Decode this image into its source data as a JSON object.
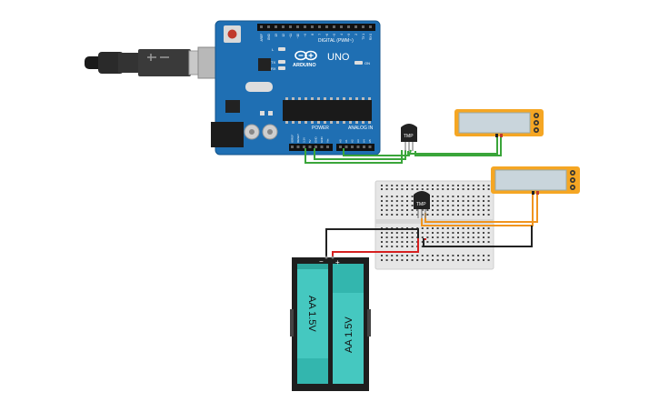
{
  "arduino": {
    "logo": "ARDUINO",
    "model": "UNO",
    "digital_label": "DIGITAL (PWM~)",
    "power_label": "POWER",
    "analog_label": "ANALOG IN",
    "led_l": "L",
    "led_tx": "TX",
    "led_rx": "RX",
    "led_on": "ON",
    "ioref": "IOREF",
    "pins_power": [
      "IOREF",
      "RESET",
      "3.3V",
      "5V",
      "GND",
      "GND",
      "Vin"
    ],
    "pins_analog": [
      "A0",
      "A1",
      "A2",
      "A3",
      "A4",
      "A5"
    ],
    "pins_digital": [
      "AREF",
      "GND",
      "13",
      "12",
      "~11",
      "~10",
      "~9",
      "8",
      "7",
      "~6",
      "~5",
      "4",
      "~3",
      "2",
      "TX 1",
      "RX 0"
    ]
  },
  "sensor_top": {
    "label": "TMP"
  },
  "sensor_breadboard": {
    "label": "TMP"
  },
  "battery": {
    "cell_left": "AA 1.5V",
    "cell_right": "AA 1.5V",
    "minus": "−",
    "plus": "+"
  },
  "colors": {
    "board": "#1f6fb3",
    "wire_green": "#3aa53a",
    "wire_orange": "#f0941e",
    "wire_black": "#222222",
    "wire_red": "#d62020",
    "battery_cell": "#45c8c0",
    "multimeter_frame": "#f5a623"
  }
}
